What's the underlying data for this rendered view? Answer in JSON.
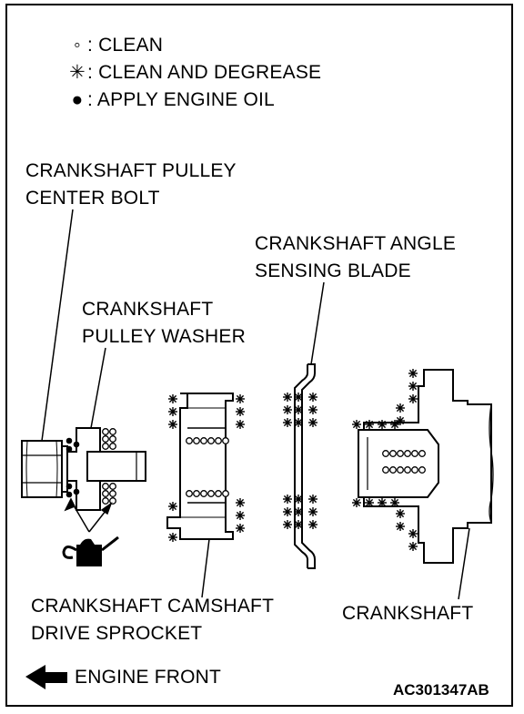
{
  "legend": {
    "clean": {
      "symbol": "◦",
      "text": ": CLEAN"
    },
    "degrease": {
      "symbol": "✳",
      "text": ": CLEAN AND DEGREASE"
    },
    "oil": {
      "symbol": "●",
      "text": ": APPLY ENGINE OIL"
    }
  },
  "labels": {
    "center_bolt_line1": "CRANKSHAFT PULLEY",
    "center_bolt_line2": "CENTER BOLT",
    "washer_line1": "CRANKSHAFT",
    "washer_line2": "PULLEY WASHER",
    "sensing_blade_line1": "CRANKSHAFT ANGLE",
    "sensing_blade_line2": "SENSING BLADE",
    "sprocket_line1": "CRANKSHAFT CAMSHAFT",
    "sprocket_line2": "DRIVE SPROCKET",
    "crankshaft": "CRANKSHAFT",
    "engine_front": "ENGINE FRONT"
  },
  "figure_code": "AC301347AB",
  "icons": [
    "oil-can-icon",
    "arrow-left-icon",
    "asterisk-icon",
    "open-circle-icon",
    "filled-dot-icon"
  ]
}
